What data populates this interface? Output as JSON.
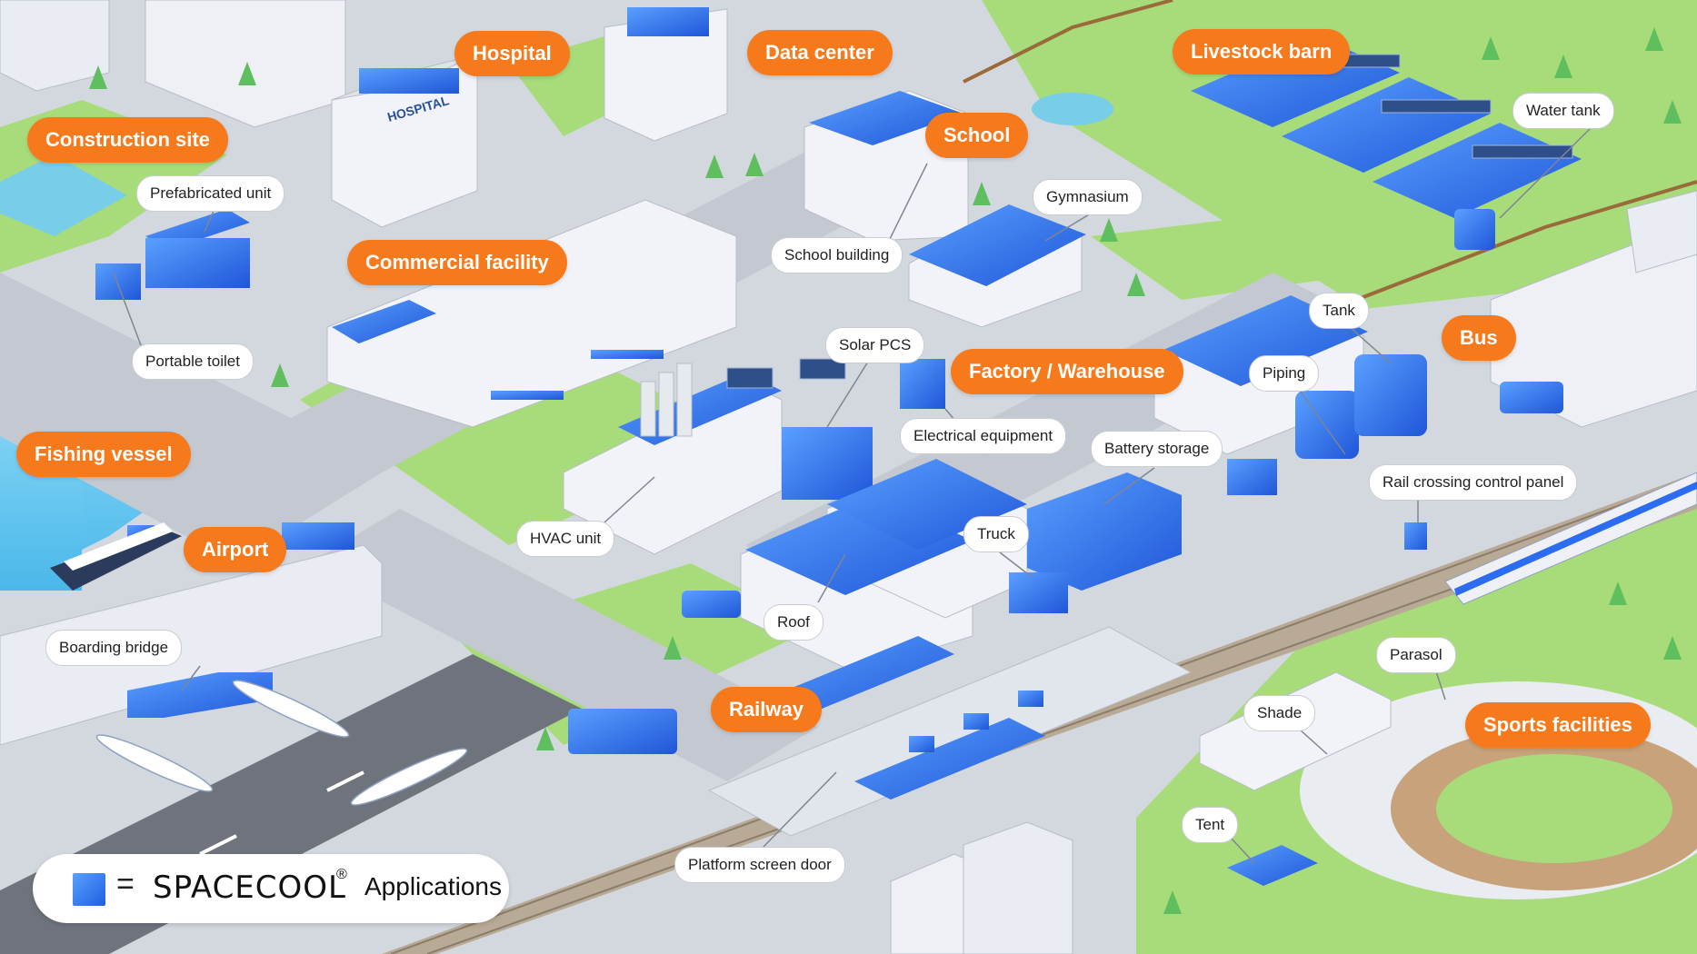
{
  "categories": {
    "hospital": "Hospital",
    "data_center": "Data center",
    "livestock_barn": "Livestock barn",
    "construction_site": "Construction site",
    "school": "School",
    "commercial_facility": "Commercial facility",
    "factory_warehouse": "Factory / Warehouse",
    "bus": "Bus",
    "fishing_vessel": "Fishing vessel",
    "airport": "Airport",
    "railway": "Railway",
    "sports_facilities": "Sports facilities"
  },
  "items": {
    "prefabricated_unit": "Prefabricated unit",
    "portable_toilet": "Portable toilet",
    "water_tank": "Water tank",
    "gymnasium": "Gymnasium",
    "school_building": "School building",
    "tank": "Tank",
    "solar_pcs": "Solar PCS",
    "piping": "Piping",
    "electrical_equipment": "Electrical equipment",
    "battery_storage": "Battery storage",
    "rail_crossing_control_panel": "Rail crossing control panel",
    "hvac_unit": "HVAC unit",
    "truck": "Truck",
    "boarding_bridge": "Boarding bridge",
    "roof": "Roof",
    "parasol": "Parasol",
    "shade": "Shade",
    "tent": "Tent",
    "platform_screen_door": "Platform screen door"
  },
  "hospital_sign": "HOSPITAL",
  "legend": {
    "equals": "=",
    "brand": "SPACECOOL",
    "registered": "®",
    "text": "Applications"
  },
  "colors": {
    "accent_orange": "#f67a1c",
    "spacecool_blue": "#2b6cf0",
    "grass": "#a8dc7a",
    "road": "#cdd2da",
    "water": "#6cc8ee"
  }
}
